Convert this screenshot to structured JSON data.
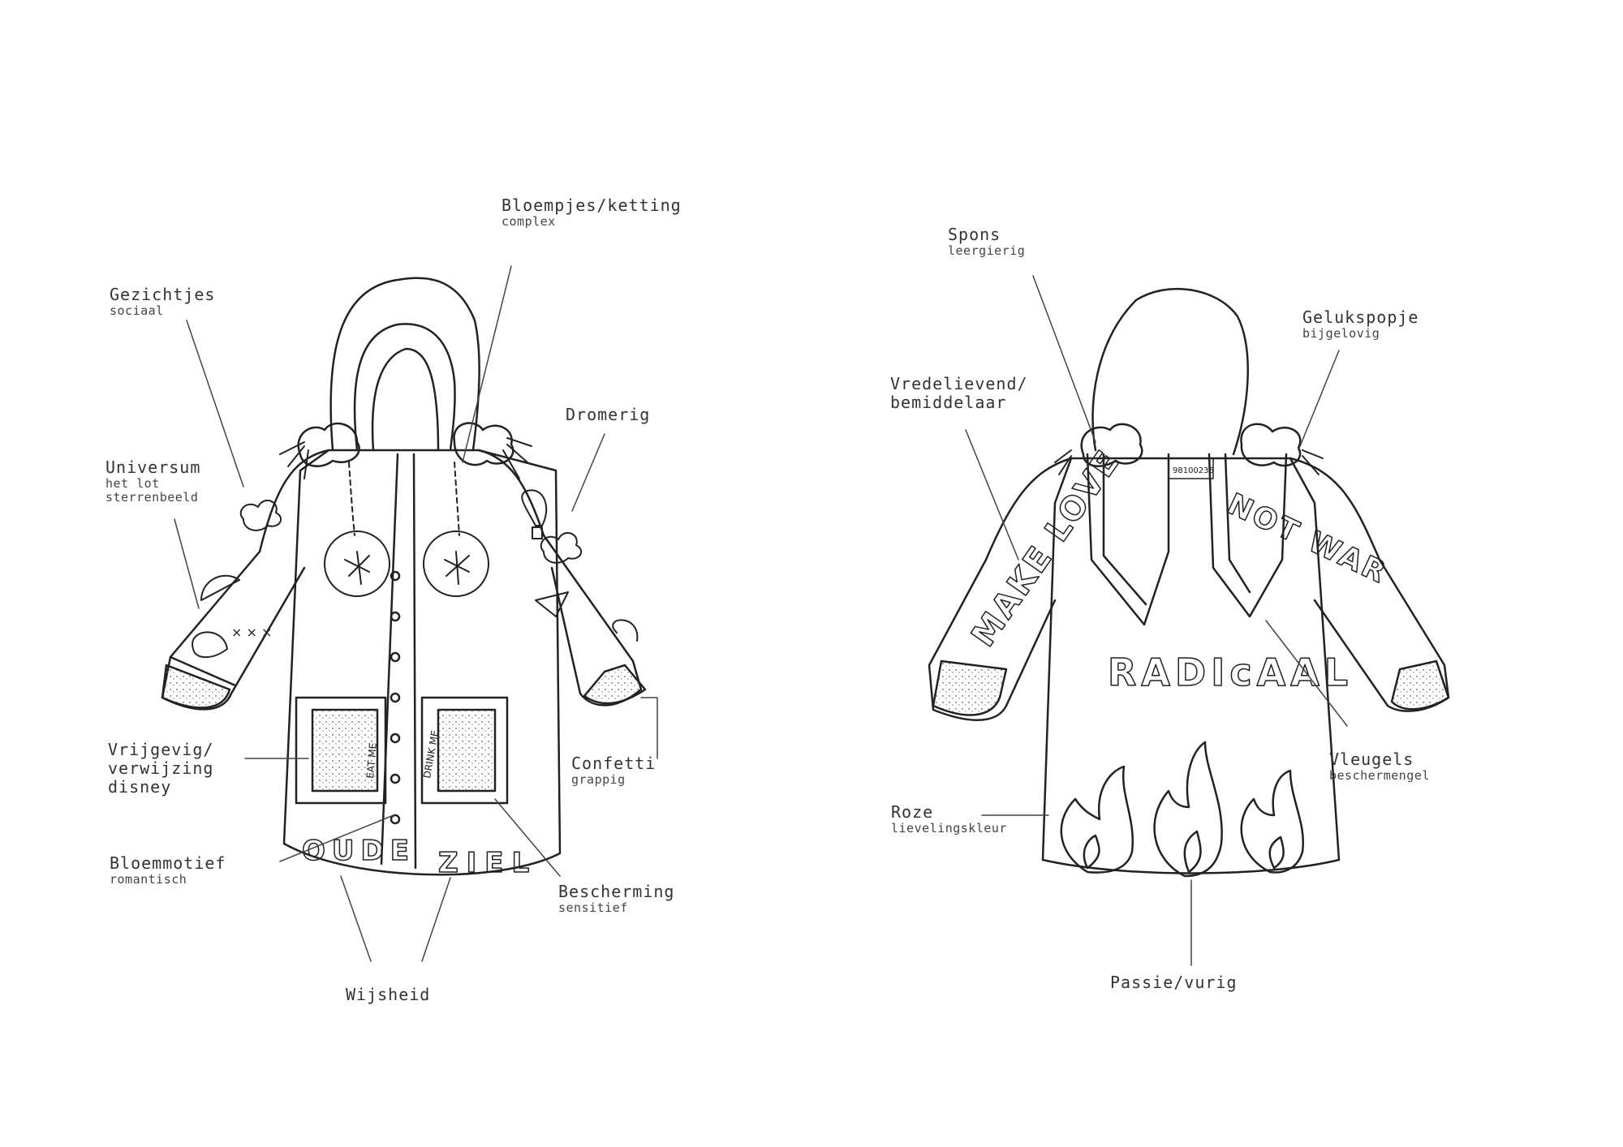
{
  "front": {
    "labels": {
      "bloempjes": {
        "title": "Bloempjes/ketting",
        "sub": "complex"
      },
      "gezichtjes": {
        "title": "Gezichtjes",
        "sub": "sociaal"
      },
      "dromerig": {
        "title": "Dromerig"
      },
      "universum": {
        "title": "Universum",
        "lines": [
          "het lot",
          "sterrenbeeld"
        ]
      },
      "confetti": {
        "title": "Confetti",
        "sub": "grappig"
      },
      "vrijgevig": {
        "lines": [
          "Vrijgevig/",
          "verwijzing",
          "disney"
        ]
      },
      "bloemmotief": {
        "title": "Bloemmotief",
        "sub": "romantisch"
      },
      "bescherming": {
        "title": "Bescherming",
        "sub": "sensitief"
      },
      "wijsheid": {
        "title": "Wijsheid"
      }
    },
    "coat_text": {
      "pocket_left_tag": "EAT ME",
      "pocket_right_tag": "DRINK ME",
      "hem_left": "OUDE",
      "hem_right": "ZIEL"
    }
  },
  "back": {
    "labels": {
      "spons": {
        "title": "Spons",
        "sub": "leergierig"
      },
      "gelukspopje": {
        "title": "Gelukspopje",
        "sub": "bijgelovig"
      },
      "vredelievend": {
        "lines": [
          "Vredelievend/",
          "bemiddelaar"
        ]
      },
      "vleugels": {
        "title": "Vleugels",
        "sub": "beschermengel"
      },
      "roze": {
        "title": "Roze",
        "sub": "lievelingskleur"
      },
      "passie": {
        "title": "Passie/vurig"
      }
    },
    "coat_text": {
      "neck_tag": "98100235",
      "sleeve_left": "MAKE LOVE",
      "sleeve_right": "NOT WAR",
      "back_word": "RADIcAAL"
    }
  }
}
